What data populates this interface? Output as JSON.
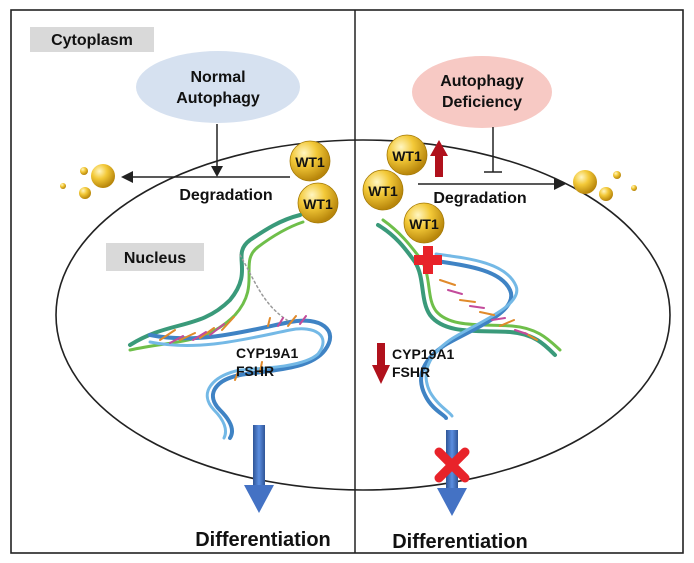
{
  "labels": {
    "cytoplasm": "Cytoplasm",
    "nucleus": "Nucleus"
  },
  "left_panel": {
    "condition_line1": "Normal",
    "condition_line2": "Autophagy",
    "wt1_a": "WT1",
    "wt1_b": "WT1",
    "degradation": "Degradation",
    "gene1": "CYP19A1",
    "gene2": "FSHR",
    "outcome": "Differentiation"
  },
  "right_panel": {
    "condition_line1": "Autophagy",
    "condition_line2": "Deficiency",
    "wt1_a": "WT1",
    "wt1_b": "WT1",
    "wt1_c": "WT1",
    "degradation": "Degradation",
    "gene1": "CYP19A1",
    "gene2": "FSHR",
    "outcome": "Differentiation"
  },
  "colors": {
    "normal_oval": "#d6e1f0",
    "deficiency_oval": "#f7c9c4",
    "wt1_gold": "#e9b518",
    "up_down_arrow": "#b0111c",
    "blue_arrow": "#4472c4",
    "block_cross": "#e8232a",
    "label_box": "#d9d9d9"
  }
}
